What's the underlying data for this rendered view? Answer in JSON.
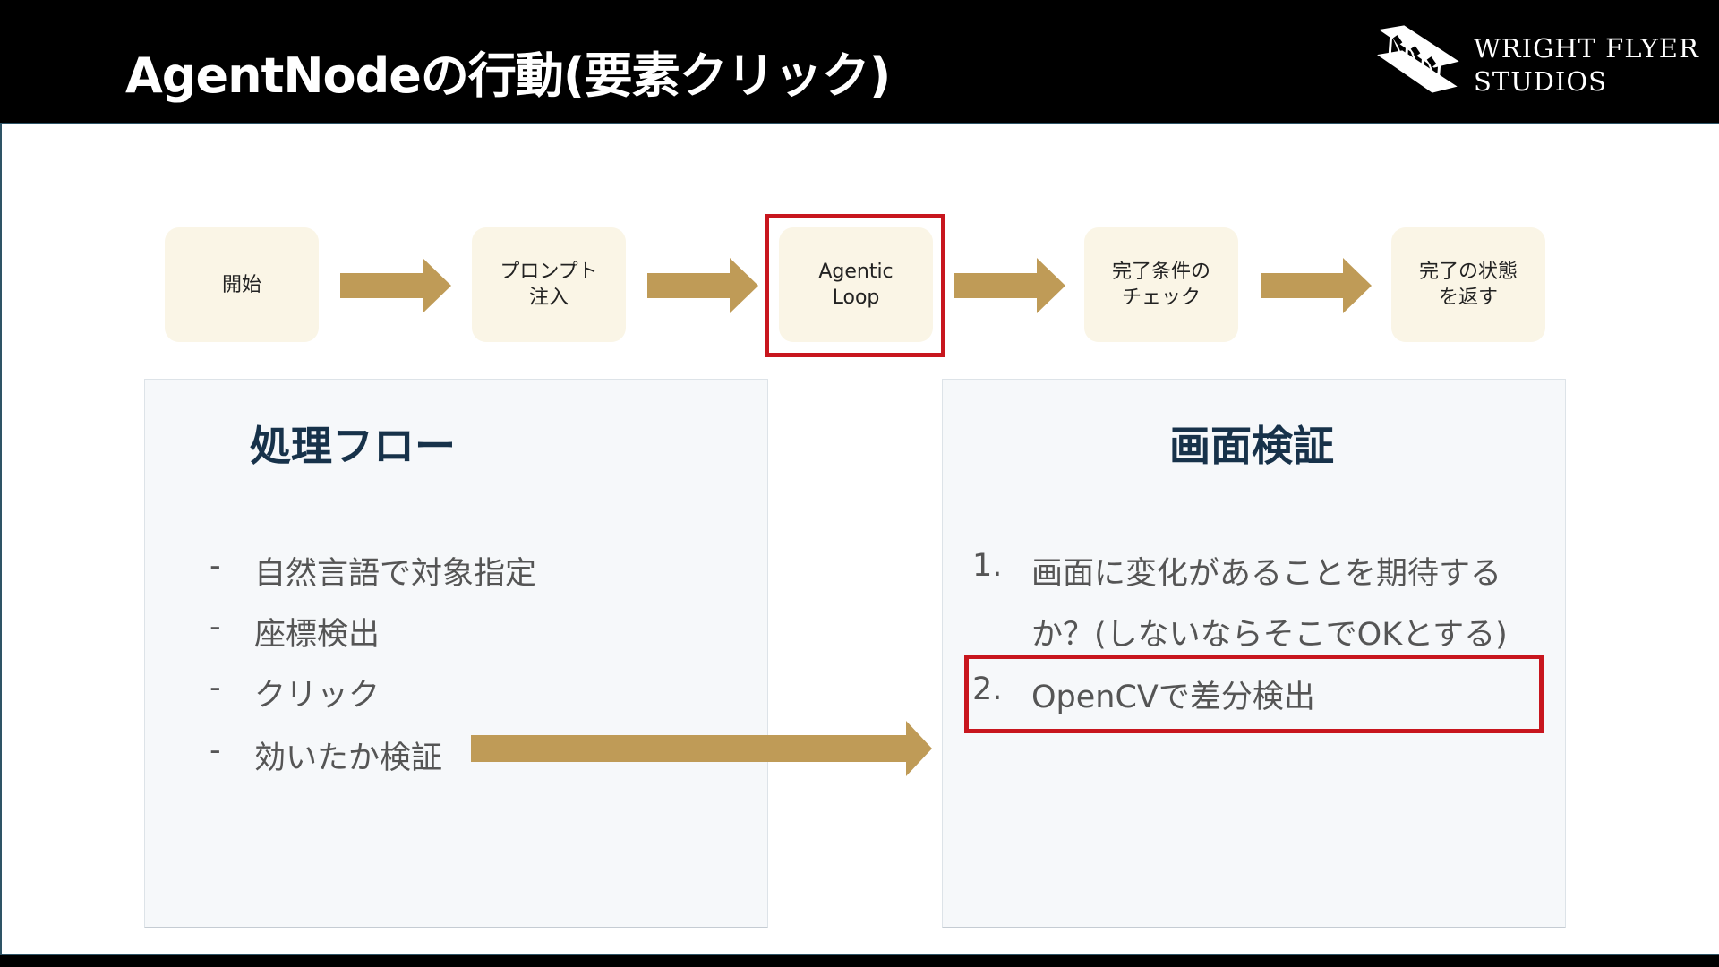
{
  "header": {
    "title": "AgentNodeの行動(要素クリック)",
    "logo": {
      "line1": "WRIGHT FLYER",
      "line2": "STUDIOS"
    }
  },
  "flow": {
    "steps": [
      {
        "label": "開始"
      },
      {
        "label": "プロンプト\n注入"
      },
      {
        "label": "Agentic\nLoop",
        "highlighted": true
      },
      {
        "label": "完了条件の\nチェック"
      },
      {
        "label": "完了の状態\nを返す"
      }
    ]
  },
  "left_panel": {
    "title": "処理フロー",
    "bullet": "-",
    "items": [
      "自然言語で対象指定",
      "座標検出",
      "クリック",
      "効いたか検証"
    ]
  },
  "right_panel": {
    "title": "画面検証",
    "items": [
      {
        "number": "1.",
        "lines": [
          "画面に変化があることを期待する",
          "か？(しないならそこでOKとする)"
        ]
      },
      {
        "number": "2.",
        "lines": [
          "OpenCVで差分検出"
        ],
        "highlighted": true
      }
    ]
  },
  "colors": {
    "header_bg": "#000000",
    "step_bg": "#faf5e6",
    "arrow": "#bf9b57",
    "highlight": "#c8161e",
    "panel_bg": "#f6f8fa",
    "title_text": "#17324a"
  }
}
